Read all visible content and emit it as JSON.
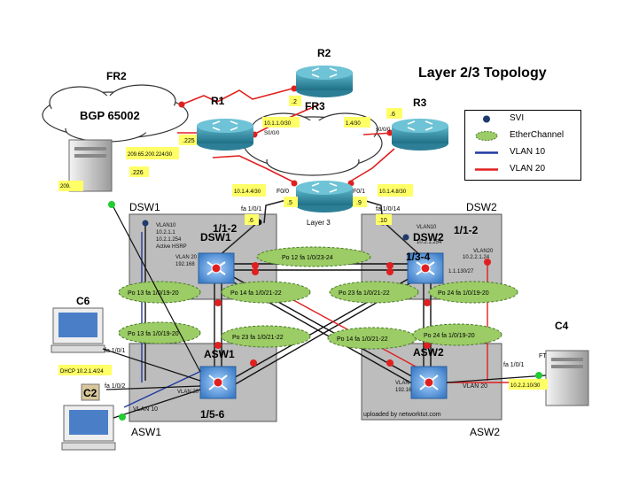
{
  "title": "Layer 2/3 Topology",
  "legend": {
    "items": [
      {
        "label": "SVI",
        "color": "#1f3a6e"
      },
      {
        "label": "EtherChannel",
        "color": "#9ccc65"
      },
      {
        "label": "VLAN 10",
        "color": "#1f3aa0"
      },
      {
        "label": "VLAN  20",
        "color": "#e02020"
      }
    ]
  },
  "devices": {
    "fr2": "FR2",
    "bgp": "BGP 65002",
    "r1": "R1",
    "r2": "R2",
    "r3": "R3",
    "fr3": "FR3",
    "layer3": "Layer 3",
    "dsw1_area": "DSW1",
    "dsw2_area": "DSW2",
    "dsw1": "DSW1",
    "dsw2": "DSW2",
    "asw1": "ASW1",
    "asw2": "ASW2",
    "asw1_area": "ASW1",
    "asw2_area": "ASW2",
    "c6": "C6",
    "c2": "C2",
    "c4": "C4"
  },
  "ports": {
    "dsw1_fa1_1_2": "1/1-2",
    "dsw2_fa1_1_2": "1/1-2",
    "dsw2_1_3_4": "1/3-4",
    "asw1_1_5_6": "1/5-6",
    "fa1_0_1_left": "fa 1/0/1",
    "fa1_0_14": "fa 1/0/14",
    "f0_0": "F0/0",
    "f0_1": "F0/1",
    "s0_0_0": "S0/0/0",
    "s0_0_0b": "s0/0/0",
    "fa1_0_1_c6": "fa 1/0/1",
    "fa1_0_2_c2": "fa 1/0/2",
    "fa1_0_1_c4": "fa 1/0/1",
    "ft": "FT"
  },
  "tags": {
    "net_209": "209.65.200.224/30",
    "dot225": ".225",
    "dot226": ".226",
    "net_209b": "209.",
    "net_10_1_4_4": "10.1.4.4/30",
    "net_10_1_4_8": "10.1.4.8/30",
    "dot5": ".5",
    "dot9": ".9",
    "dot6": ".6",
    "dot10": ".10",
    "dot6r3": ".6",
    "net_1_30": "10.1.1.0/30",
    "net_4_30": "1.4/30",
    "dot2": ".2",
    "dhcp": "DHCP 10.2.1.4/24",
    "net_10_2_2_10": "10.2.2.10/30"
  },
  "svi": {
    "dsw1_vlan10": "VLAN10",
    "dsw1_ip1": "10.2.1.1",
    "dsw1_ip2": "10.2.1.254",
    "dsw1_hsrp": "Active HSRP",
    "dsw1_vlan20": "VLAN 20",
    "dsw1_vlan20ip": "192.168",
    "dsw2_vlan10": "VLAN10",
    "dsw2_ip1": "10.2.1.254",
    "dsw2_vlan20": "VLAN20",
    "dsw2_vlan20ip": "10.2.2.1.24",
    "dsw2_net": "1.1.130/27",
    "asw1_vlan20": "VLAN 20",
    "asw1_vlan10": "VLAN 10",
    "asw2_vlan": "VLAN",
    "asw2_ip": "192.16",
    "asw2_vlan20": "VLAN 20"
  },
  "etherchannels": [
    "Po 12  fa 1/0/23-24",
    "Po 13  fa 1/0/19-20",
    "Po 14  fa 1/0/21-22",
    "Po 23  fa 1/0/21-22",
    "Po 24  fa 1/0/19-20",
    "Po 13  fa 1/0/19-20",
    "Po 23  fa 1/0/21-22",
    "Po 14  fa 1/0/21-22",
    "Po 24  fa 1/0/19-20"
  ],
  "footer": "uploaded by networktut.com"
}
